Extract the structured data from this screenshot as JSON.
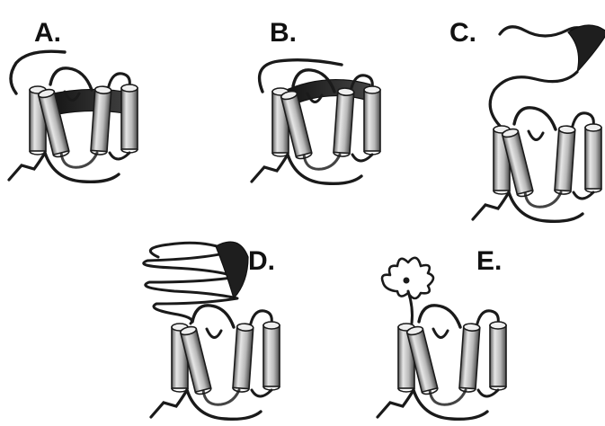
{
  "figure": {
    "background": "#ffffff",
    "ink": "#1a1a1a",
    "helix_light": "#d9d9d9",
    "helix_dark": "#6a6a6a",
    "panels": [
      {
        "label": "A."
      },
      {
        "label": "B."
      },
      {
        "label": "C."
      },
      {
        "label": "D."
      },
      {
        "label": "E."
      }
    ]
  }
}
